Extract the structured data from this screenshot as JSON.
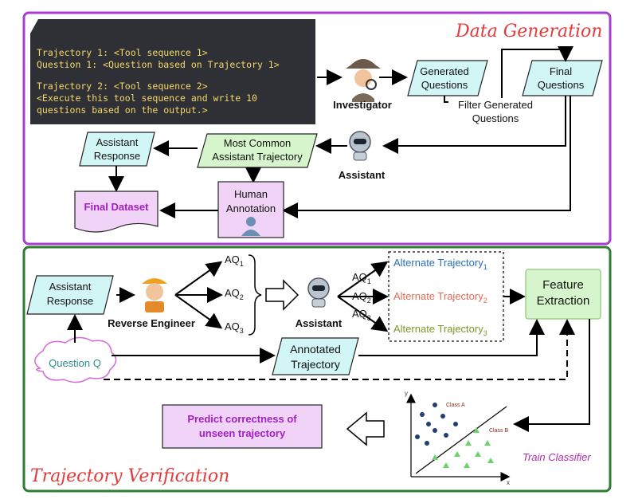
{
  "data_generation": {
    "title": "Data Generation",
    "prompt_lines": [
      "Trajectory 1: <Tool sequence 1>",
      "Question 1: <Question based on Trajectory 1>",
      "",
      "Trajectory 2: <Tool sequence 2>",
      "<Execute this tool sequence and write 10",
      "questions based on the output.>"
    ],
    "investigator": "Investigator",
    "generated_questions": [
      "Generated",
      "Questions"
    ],
    "final_questions": [
      "Final",
      "Questions"
    ],
    "filter_label": [
      "Filter Generated",
      "Questions"
    ],
    "assistant": "Assistant",
    "most_common": [
      "Most Common",
      "Assistant Trajectory"
    ],
    "assistant_response": [
      "Assistant",
      "Response"
    ],
    "human_annotation": [
      "Human",
      "Annotation"
    ],
    "final_dataset": "Final Dataset"
  },
  "trajectory_verification": {
    "title": "Trajectory Verification",
    "assistant_response": [
      "Assistant",
      "Response"
    ],
    "reverse_engineer": "Reverse Engineer",
    "aq_top": "AQ",
    "aq_sub": [
      "1",
      "2",
      "3"
    ],
    "assistant": "Assistant",
    "alternate": "Alternate Trajectory",
    "feature_extraction": [
      "Feature",
      "Extraction"
    ],
    "question": "Question Q",
    "annotated_trajectory": [
      "Annotated",
      "Trajectory"
    ],
    "predict": [
      "Predict correctness of",
      "unseen trajectory"
    ],
    "train_classifier": "Train Classifier",
    "scatter_labels": {
      "class_a": "Class A",
      "class_b": "Class B",
      "x": "x",
      "y": "y"
    }
  },
  "colors": {
    "dg_border": "#a93dd3",
    "tv_border": "#2f7d32",
    "cyan": "#d2f5f5",
    "green": "#d7f5cc",
    "purple": "#f1d3f7",
    "alt1": "#2a6fb8",
    "alt2": "#e06b5a",
    "alt3": "#7a9a2a"
  }
}
